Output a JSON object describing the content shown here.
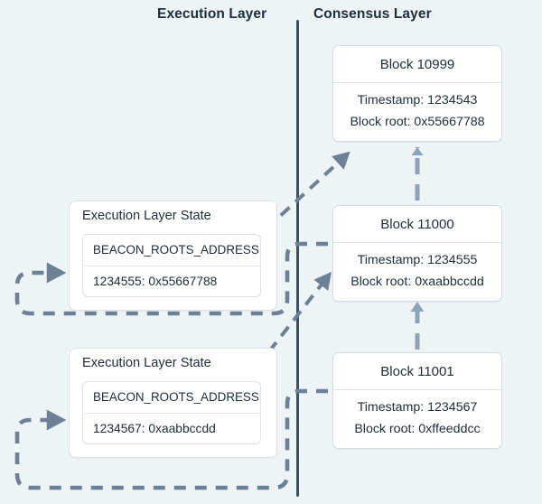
{
  "diagram": {
    "background_color": "#eef3f5",
    "divider_color": "#3c5064",
    "arrow_color": "#6c8096",
    "card_background": "#ffffff",
    "card_border": "#d3dde4"
  },
  "titles": {
    "execution_layer": "Execution Layer",
    "consensus_layer": "Consensus Layer"
  },
  "consensus_blocks": [
    {
      "id": "block-10999",
      "header": "Block 10999",
      "timestamp": "Timestamp: 1234543",
      "block_root": "Block root: 0x55667788"
    },
    {
      "id": "block-11000",
      "header": "Block 11000",
      "timestamp": "Timestamp: 1234555",
      "block_root": "Block root: 0xaabbccdd"
    },
    {
      "id": "block-11001",
      "header": "Block 11001",
      "timestamp": "Timestamp: 1234567",
      "block_root": "Block root: 0xffeeddcc"
    }
  ],
  "execution_states": [
    {
      "id": "state-1",
      "title": "Execution Layer State",
      "contract": "BEACON_ROOTS_ADDRESS",
      "entry": "1234555: 0x55667788"
    },
    {
      "id": "state-2",
      "title": "Execution Layer State",
      "contract": "BEACON_ROOTS_ADDRESS",
      "entry": "1234567: 0xaabbccdd"
    }
  ],
  "connectors": [
    {
      "name": "state-1-to-block-10999",
      "style": "dashed-diagonal-arrow",
      "direction": "up-right"
    },
    {
      "name": "state-2-to-block-11000",
      "style": "dashed-diagonal-arrow",
      "direction": "up-right"
    },
    {
      "name": "block-11000-to-state-1",
      "style": "dashed-loopback-arrow",
      "direction": "left-down-left-up-right"
    },
    {
      "name": "block-11001-to-state-2",
      "style": "dashed-loopback-arrow",
      "direction": "left-down-left-up-right"
    },
    {
      "name": "block-11000-to-block-10999",
      "style": "dashed-vertical-arrow",
      "direction": "up"
    },
    {
      "name": "block-11001-to-block-11000",
      "style": "dashed-vertical-arrow",
      "direction": "up"
    }
  ]
}
